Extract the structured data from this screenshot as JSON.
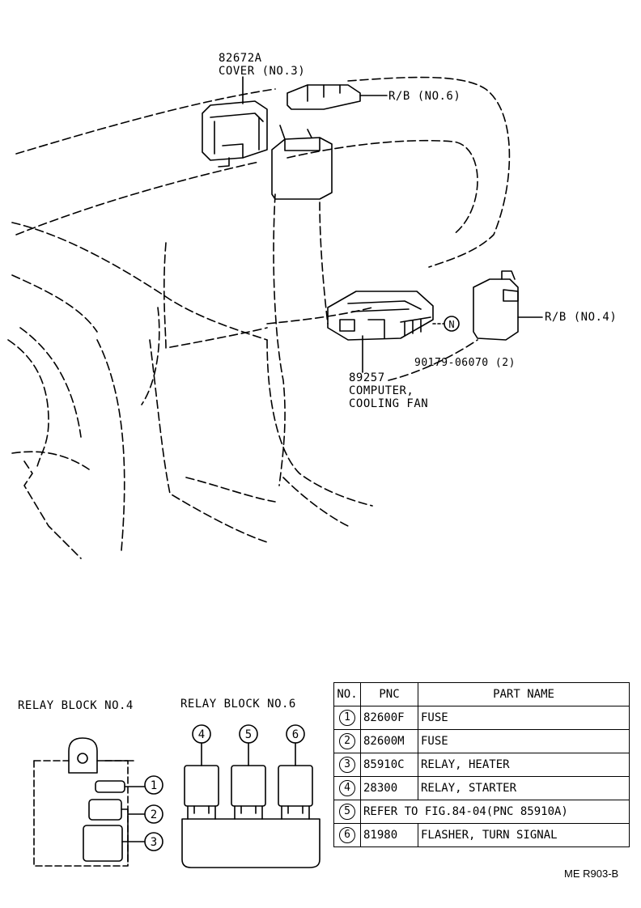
{
  "callouts": {
    "cover_pnc": "82672A",
    "cover_name": "COVER (NO.3)",
    "rb6_label": "R/B (NO.6)",
    "rb4_label": "R/B (NO.4)",
    "n_marker": "N",
    "bolt_label": "90179-06070 (2)",
    "computer_pnc": "89257",
    "computer_name_1": "COMPUTER,",
    "computer_name_2": "COOLING FAN"
  },
  "relay_block_4": {
    "title": "RELAY BLOCK NO.4",
    "markers": [
      "1",
      "2",
      "3"
    ]
  },
  "relay_block_6": {
    "title": "RELAY BLOCK NO.6",
    "markers": [
      "4",
      "5",
      "6"
    ]
  },
  "parts_table": {
    "headers": [
      "NO.",
      "PNC",
      "PART NAME"
    ],
    "rows": [
      {
        "no": "1",
        "pnc": "82600F",
        "name": "FUSE"
      },
      {
        "no": "2",
        "pnc": "82600M",
        "name": "FUSE"
      },
      {
        "no": "3",
        "pnc": "85910C",
        "name": "RELAY, HEATER"
      },
      {
        "no": "4",
        "pnc": "28300",
        "name": "RELAY, STARTER"
      },
      {
        "no": "5",
        "span": "REFER TO FIG.84-04(PNC 85910A)"
      },
      {
        "no": "6",
        "pnc": "81980",
        "name": "FLASHER, TURN SIGNAL"
      }
    ]
  },
  "figure_code": "ME R903-B"
}
